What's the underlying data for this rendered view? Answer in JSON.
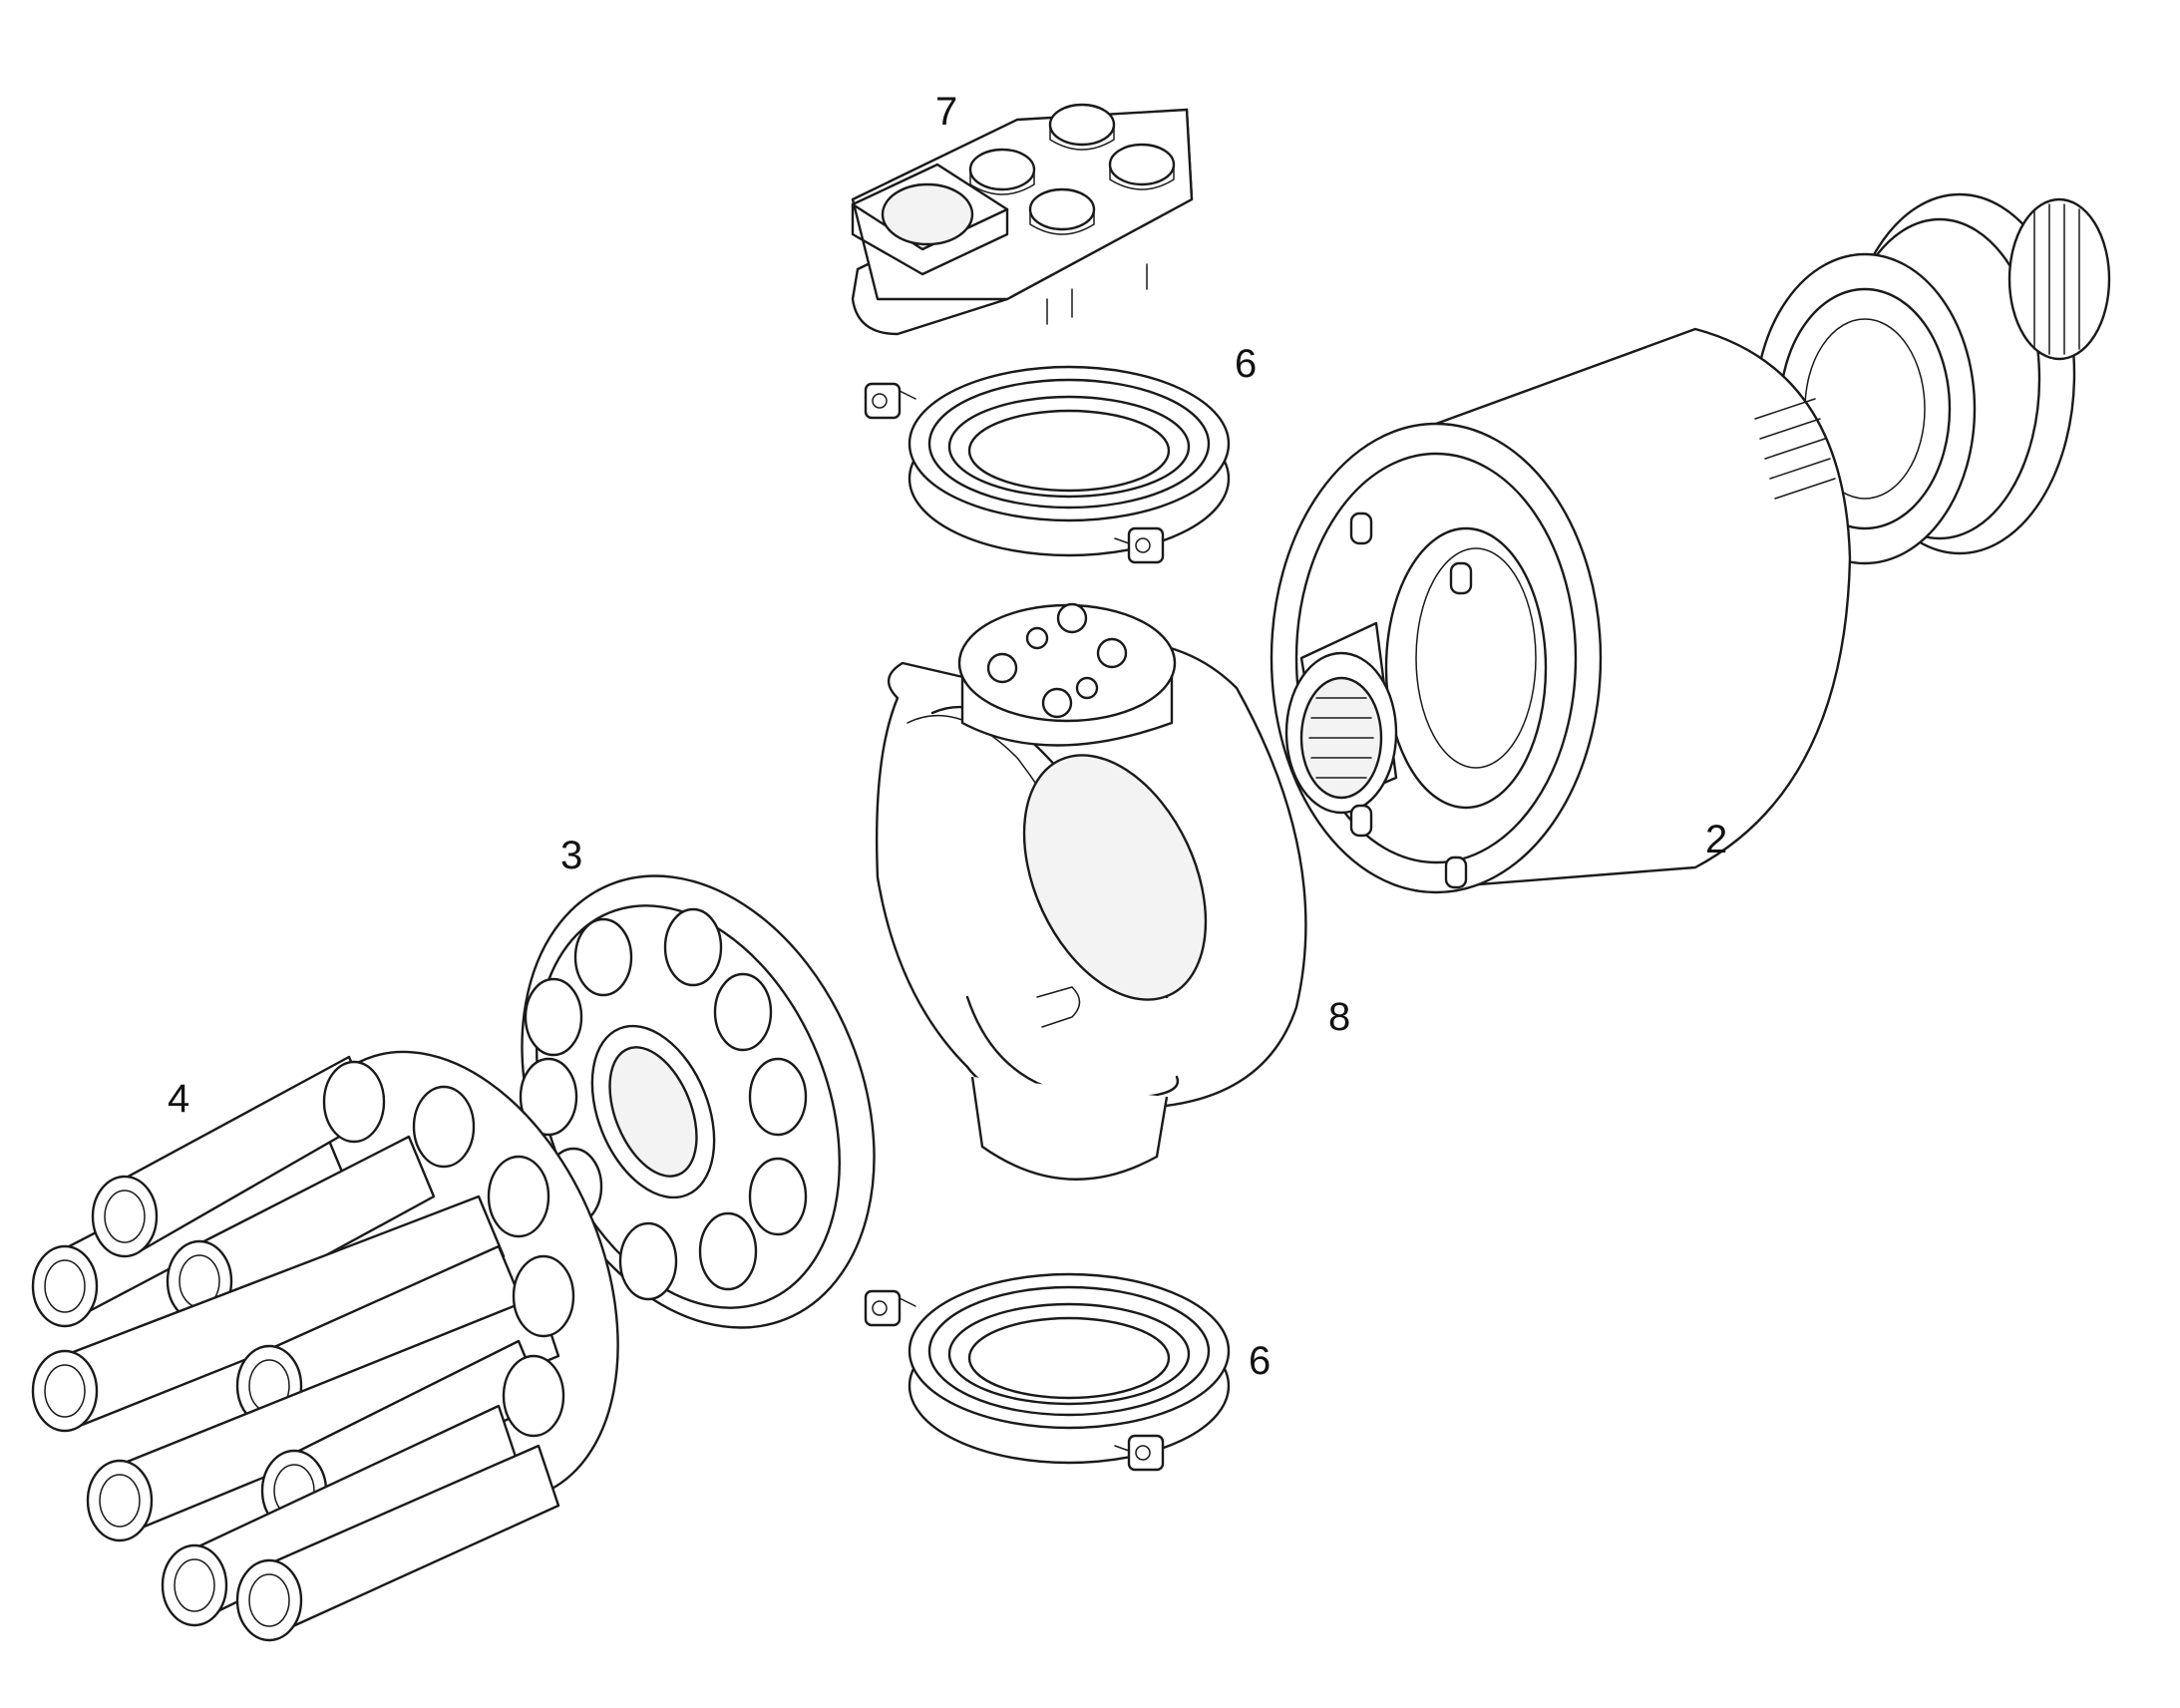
{
  "callouts": {
    "part_2": "2",
    "part_3": "3",
    "part_4": "4",
    "part_6_top": "6",
    "part_6_bottom": "6",
    "part_7": "7",
    "part_8": "8"
  },
  "colors": {
    "line": "#1a1a1a",
    "background": "#ffffff"
  }
}
